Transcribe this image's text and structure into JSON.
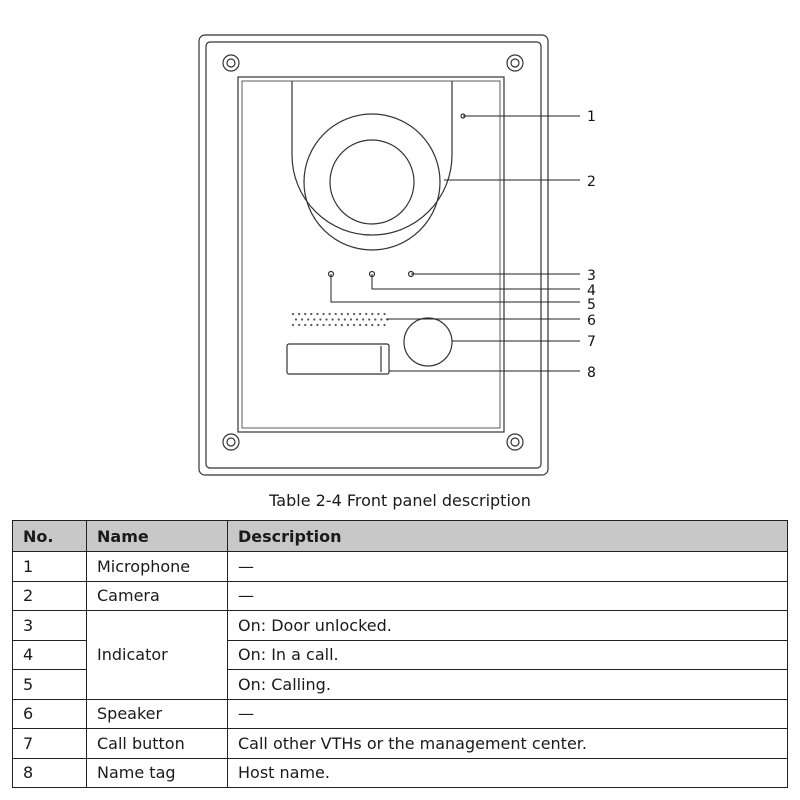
{
  "diagram": {
    "callouts": [
      "1",
      "2",
      "3",
      "4",
      "5",
      "6",
      "7",
      "8"
    ]
  },
  "caption": "Table 2-4 Front panel description",
  "table": {
    "headers": [
      "No.",
      "Name",
      "Description"
    ],
    "rows": [
      {
        "no": "1",
        "name": "Microphone",
        "desc": "—"
      },
      {
        "no": "2",
        "name": "Camera",
        "desc": "—"
      },
      {
        "no": "3",
        "name": "Indicator",
        "desc": "On: Door unlocked."
      },
      {
        "no": "4",
        "name": "",
        "desc": "On: In a call."
      },
      {
        "no": "5",
        "name": "",
        "desc": "On: Calling."
      },
      {
        "no": "6",
        "name": "Speaker",
        "desc": "—"
      },
      {
        "no": "7",
        "name": "Call button",
        "desc": "Call other VTHs or the management center."
      },
      {
        "no": "8",
        "name": "Name tag",
        "desc": "Host name."
      }
    ]
  }
}
